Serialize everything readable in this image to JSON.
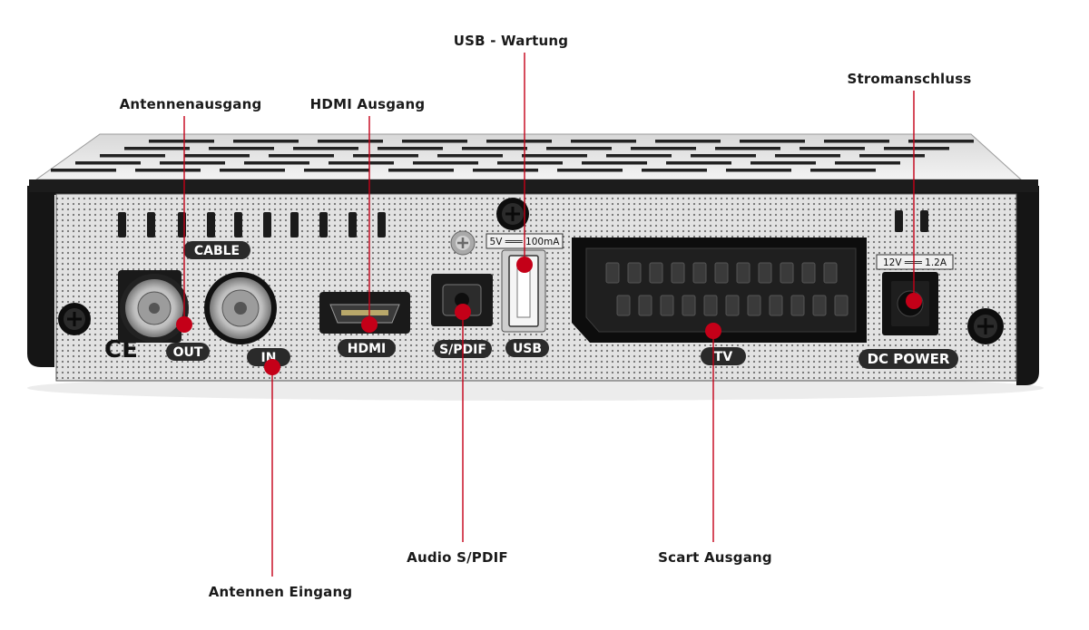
{
  "colors": {
    "accent": "#c40018",
    "chassis": "#151515",
    "panel": "#dcdcdc",
    "label_pill": "#2a2a2a"
  },
  "callouts": {
    "antennenausgang": "Antennenausgang",
    "hdmi_ausgang": "HDMI Ausgang",
    "usb_wartung": "USB - Wartung",
    "stromanschluss": "Stromanschluss",
    "antennen_eingang": "Antennen Eingang",
    "audio_spdif": "Audio S/PDIF",
    "scart_ausgang": "Scart Ausgang"
  },
  "panel_labels": {
    "cable": "CABLE",
    "out": "OUT",
    "in": "IN",
    "hdmi": "HDMI",
    "spdif": "S/PDIF",
    "usb": "USB",
    "tv": "TV",
    "dc_power": "DC POWER",
    "usb_spec": "5V ═══ 100mA",
    "power_spec": "12V ═══ 1.2A",
    "ce": "CE"
  },
  "icons": [
    "ce-mark-icon",
    "screw-icon",
    "coax-connector-icon",
    "hdmi-port-icon",
    "optical-port-icon",
    "usb-port-icon",
    "scart-port-icon",
    "dc-jack-icon"
  ]
}
